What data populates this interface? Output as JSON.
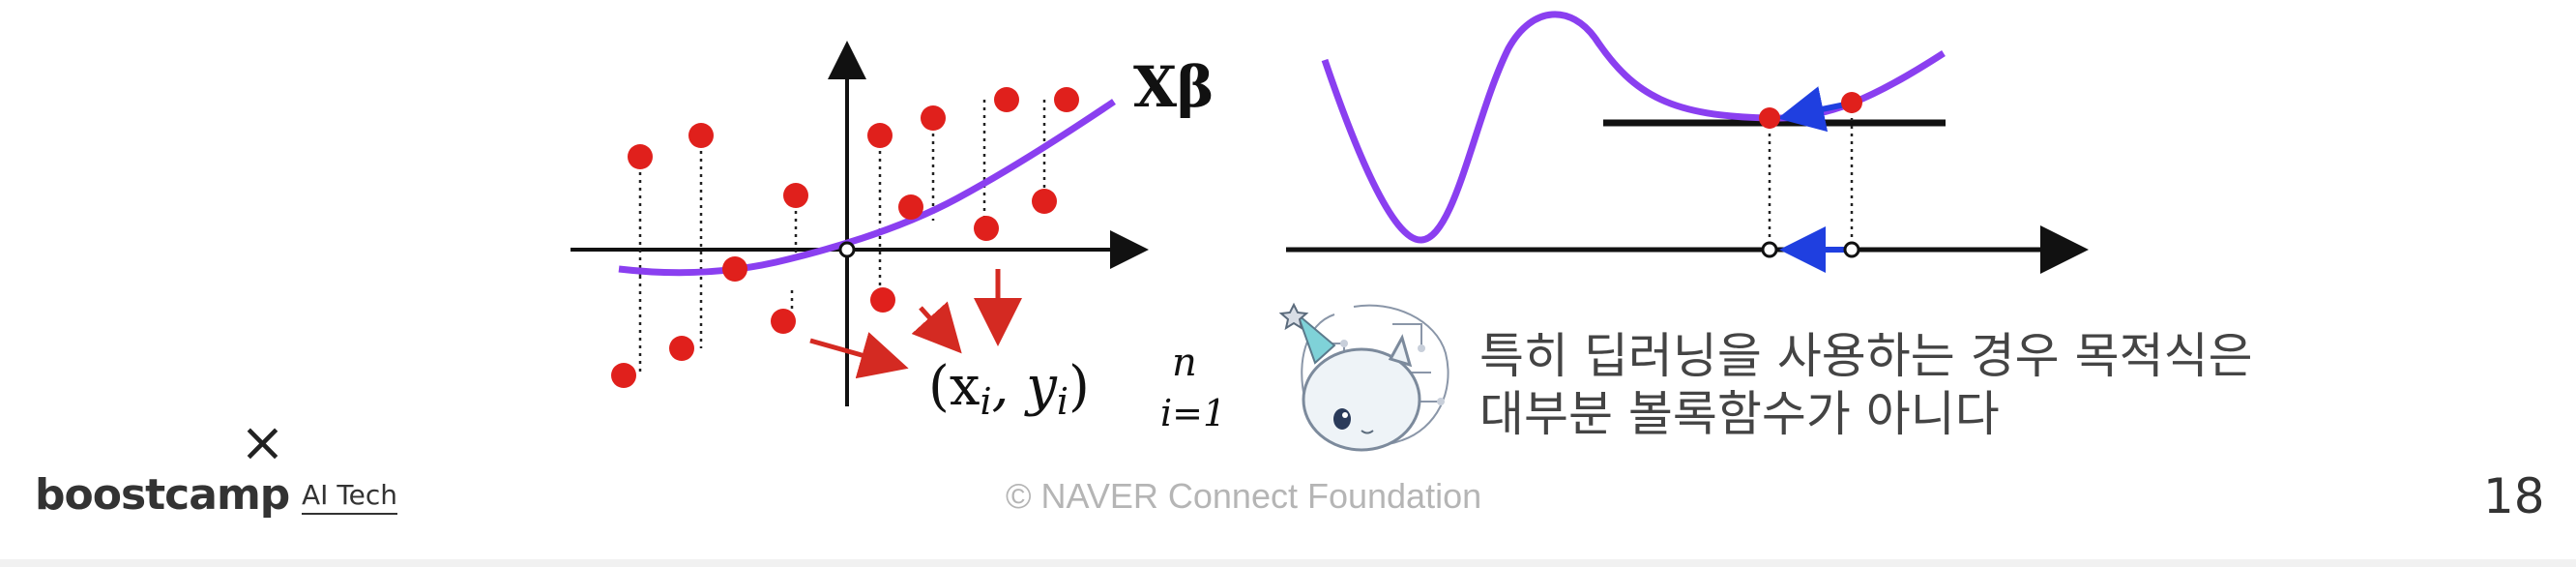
{
  "slide": {
    "left_figure": {
      "label_top": "Xβ",
      "label_pairs_main": "(x",
      "label_pairs_i": "i",
      "label_pairs_mid": ", y",
      "label_pairs_i2": "i",
      "label_pairs_close": ")",
      "label_pairs_sup": "n",
      "label_pairs_sub": "i=1"
    },
    "note_lines": [
      "특히 딥러닝을 사용하는 경우 목적식은",
      "대부분 볼록함수가 아니다"
    ],
    "footer": {
      "close_symbol": "×",
      "brand": "boostcamp",
      "brand_sub": "AI Tech",
      "copyright": "©  NAVER Connect Foundation",
      "page_number": "18"
    },
    "colors": {
      "curve": "#8a3ff0",
      "point": "#e0201c",
      "arrow_red": "#d42a22",
      "arrow_blue": "#1f3fe0",
      "axis": "#111111"
    },
    "icons": [
      "mascot-icon",
      "close-icon"
    ]
  }
}
